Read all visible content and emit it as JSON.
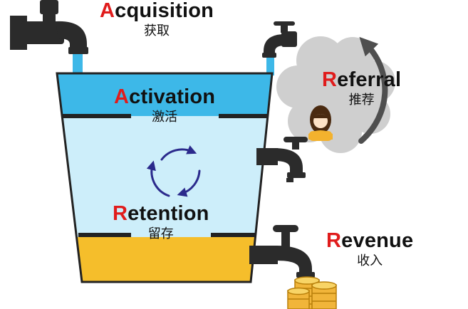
{
  "stages": {
    "acquisition": {
      "first": "A",
      "rest": "cquisition",
      "cn": "获取"
    },
    "activation": {
      "first": "A",
      "rest": "ctivation",
      "cn": "激活"
    },
    "retention": {
      "first": "R",
      "rest": "etention",
      "cn": "留存"
    },
    "referral": {
      "first": "R",
      "rest": "eferral",
      "cn": "推荐"
    },
    "revenue": {
      "first": "R",
      "rest": "evenue",
      "cn": "收入"
    }
  },
  "colors": {
    "highlight_letter": "#e01c1c",
    "water_top": "#3db8e8",
    "water_body": "#cdeefa",
    "gold_layer": "#f5be2b",
    "faucet": "#2b2b2b",
    "cycle_arrows": "#2b2a8c",
    "cloud": "#cfcfcf",
    "referral_arrow": "#4f4f4f"
  },
  "icons": {
    "top_faucet": "faucet-icon",
    "referral_faucet": "faucet-icon",
    "side_faucet": "faucet-icon",
    "revenue_faucet": "faucet-icon",
    "person": "person-icon",
    "coins": "coin-stack-icon",
    "cycle": "cycle-arrows-icon",
    "curved_arrow": "curved-arrow-icon"
  }
}
